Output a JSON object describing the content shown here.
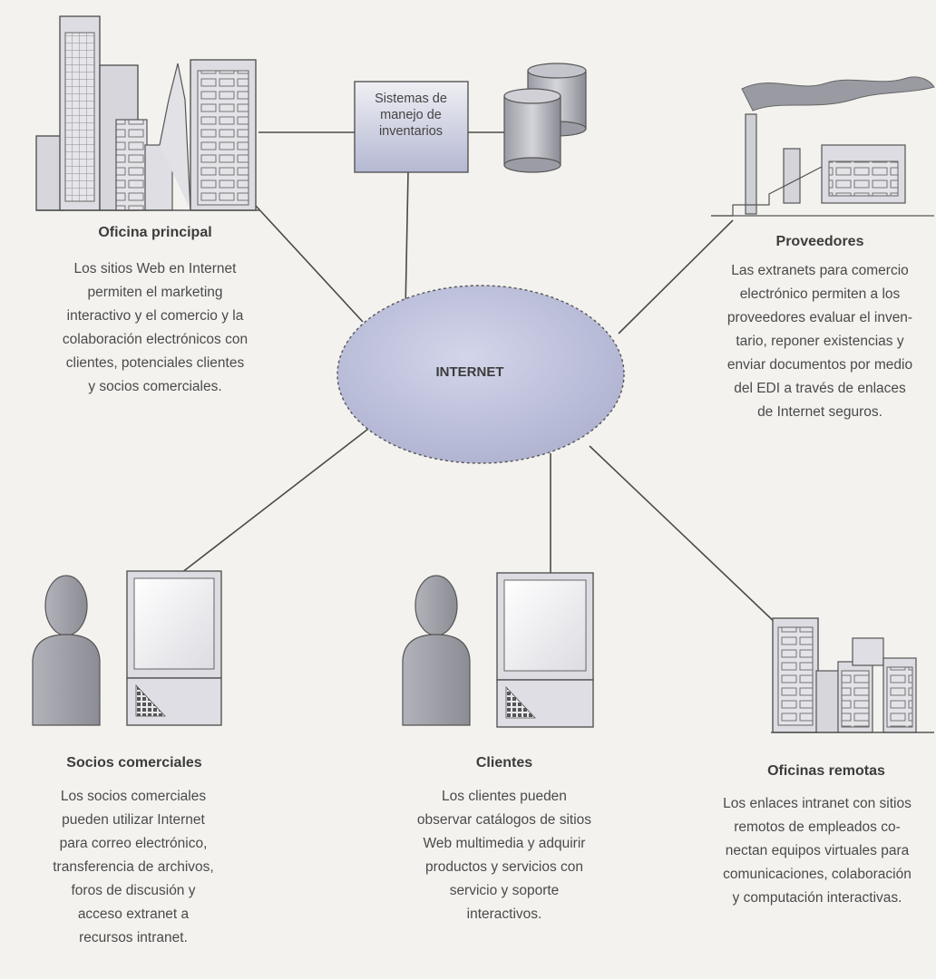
{
  "colors": {
    "background": "#f3f2ee",
    "building_fill": "#d9d9de",
    "internet_fill": "#c6c9e0",
    "line": "#4a4a4a",
    "text": "#3c3c3c"
  },
  "nodes": {
    "hub": {
      "label": "INTERNET"
    },
    "inventory": {
      "label": "Sistemas de\nmanejo de\ninventarios"
    },
    "head_office": {
      "title": "Oficina principal",
      "description": "Los sitios Web en Internet\npermiten el marketing\ninteractivo y el comercio y la\ncolaboración electrónicos con\nclientes, potenciales clientes\ny socios comerciales."
    },
    "suppliers": {
      "title": "Proveedores",
      "description": "Las extranets para comercio\nelectrónico permiten a los\nproveedores evaluar el inven-\ntario, reponer existencias y\nenviar documentos por medio\ndel EDI a través de enlaces\nde Internet seguros."
    },
    "partners": {
      "title": "Socios comerciales",
      "description": "Los socios comerciales\npueden utilizar Internet\npara correo electrónico,\ntransferencia de archivos,\nforos de discusión y\nacceso extranet a\nrecursos intranet."
    },
    "customers": {
      "title": "Clientes",
      "description": "Los clientes pueden\nobservar catálogos de sitios\nWeb multimedia y adquirir\nproductos y servicios con\nservicio y soporte\ninteractivos."
    },
    "remote_offices": {
      "title": "Oficinas remotas",
      "description": "Los enlaces intranet con sitios\nremotos de empleados co-\nnectan equipos virtuales para\ncomunicaciones, colaboración\ny computación interactivas."
    }
  }
}
